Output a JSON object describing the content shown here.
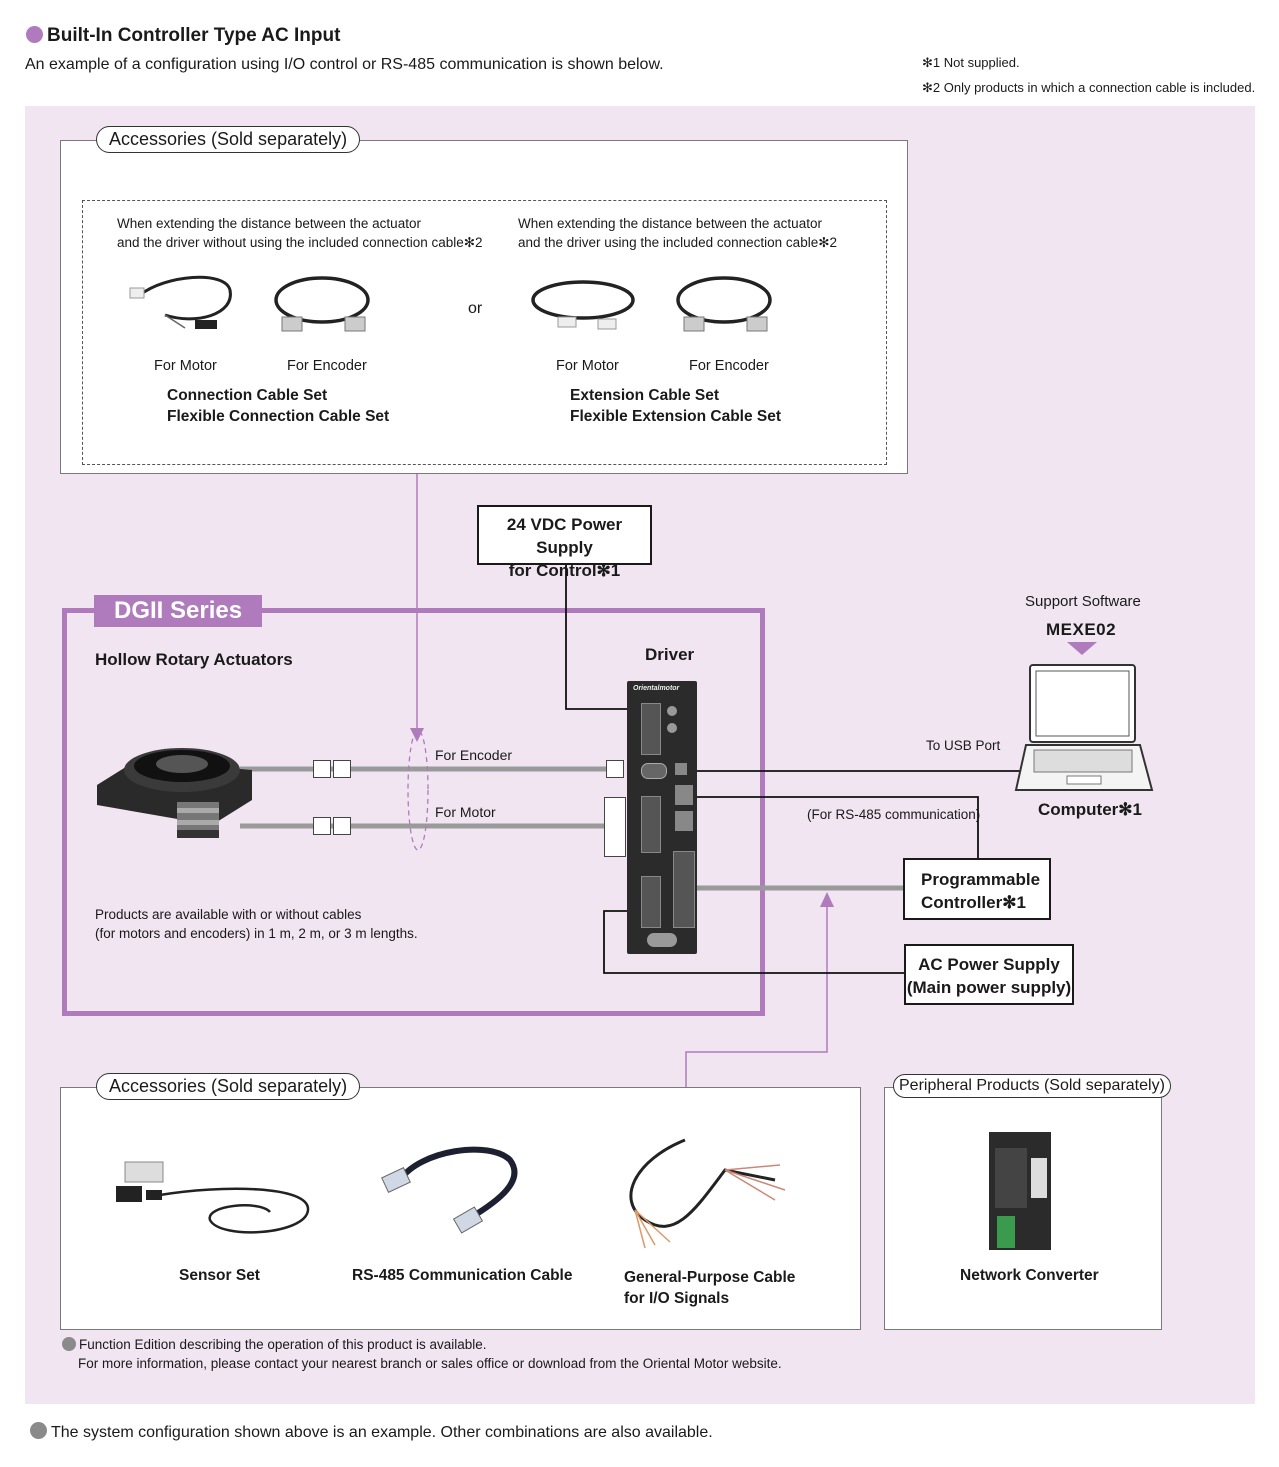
{
  "header": {
    "title": "Built-In Controller Type AC Input",
    "subtitle": "An example of a configuration using I/O control or RS-485 communication is shown below.",
    "note1": "✻1 Not supplied.",
    "note2": "✻2 Only products in which a connection cable is included."
  },
  "colors": {
    "accent": "#b07bbd",
    "background": "#f0e5f1",
    "bullet_gray": "#8a8a8a"
  },
  "top_accessories": {
    "title": "Accessories (Sold separately)",
    "left_desc_1": "When extending the distance between the actuator",
    "left_desc_2": "and the driver without using the included connection cable✻2",
    "right_desc_1": "When extending the distance between the actuator",
    "right_desc_2": "and the driver using the included connection cable✻2",
    "or": "or",
    "for_motor": "For Motor",
    "for_encoder": "For Encoder",
    "left_set_1": "Connection Cable Set",
    "left_set_2": "Flexible Connection Cable Set",
    "right_set_1": "Extension Cable Set",
    "right_set_2": "Flexible Extension Cable Set"
  },
  "power24": {
    "line1": "24 VDC Power Supply",
    "line2": "for Control✻1"
  },
  "series": {
    "name": "DGII Series",
    "actuators": "Hollow Rotary Actuators",
    "driver": "Driver",
    "for_encoder": "For Encoder",
    "for_motor": "For Motor",
    "cables_note_1": "Products are available with or without cables",
    "cables_note_2": "(for motors and encoders) in 1 m, 2 m, or 3 m lengths."
  },
  "computer": {
    "support_software": "Support Software",
    "software_name": "MEXE02",
    "to_usb": "To USB Port",
    "label": "Computer✻1",
    "rs485": "(For RS-485 communication)"
  },
  "plc": {
    "line1": "Programmable",
    "line2": "Controller✻1"
  },
  "ac_power": {
    "line1": "AC Power Supply",
    "line2": "(Main power supply)"
  },
  "bottom_accessories": {
    "title": "Accessories (Sold separately)",
    "sensor": "Sensor Set",
    "rs485_cable": "RS-485 Communication Cable",
    "gp_cable_1": "General-Purpose Cable",
    "gp_cable_2": "for I/O Signals"
  },
  "peripheral": {
    "title": "Peripheral Products (Sold separately)",
    "converter": "Network Converter"
  },
  "function_note_1": "Function Edition describing the operation of this product is available.",
  "function_note_2": "For more information, please contact your nearest branch or sales office or download from the Oriental Motor website.",
  "footer": "The system configuration shown above is an example. Other combinations are also available."
}
